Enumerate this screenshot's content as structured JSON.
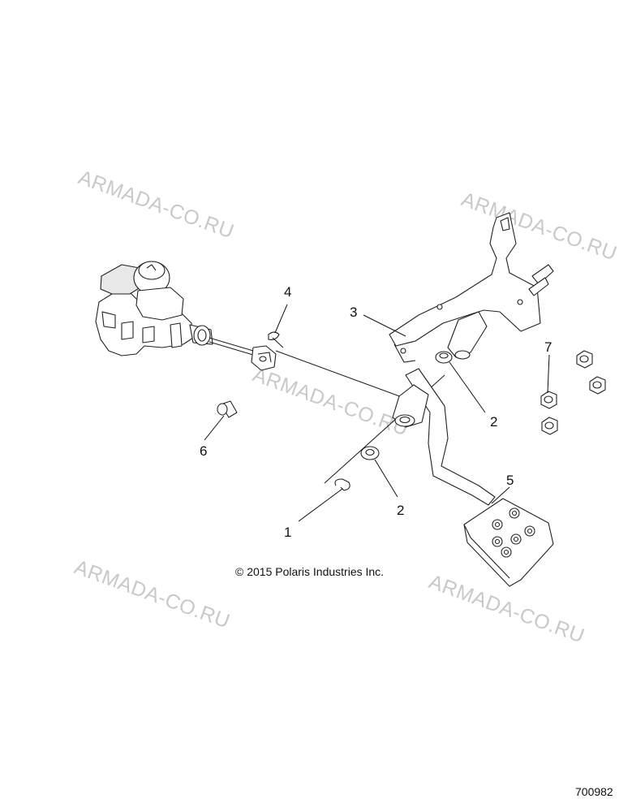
{
  "callouts": {
    "c1": "1",
    "c2a": "2",
    "c2b": "2",
    "c3": "3",
    "c4": "4",
    "c5": "5",
    "c6": "6",
    "c7": "7"
  },
  "watermark": "ARMADA-CO.RU",
  "copyright": "© 2015 Polaris Industries Inc.",
  "drawing_number": "700982"
}
